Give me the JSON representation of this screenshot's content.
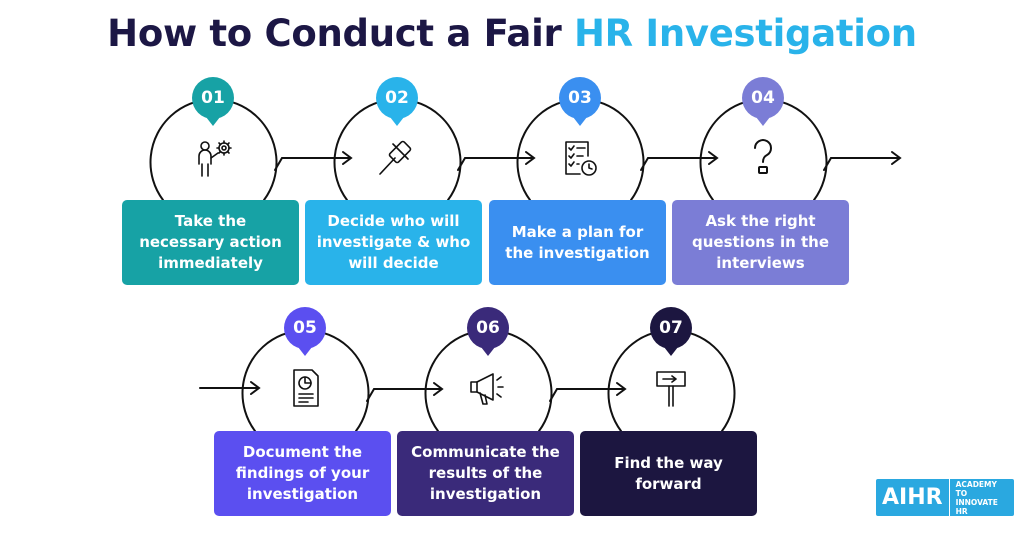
{
  "title": {
    "part1": "How to Conduct a Fair ",
    "part2": "HR Investigation"
  },
  "steps": [
    {
      "number": "01",
      "text": "Take the necessary action immediately",
      "color": "#17a2a5",
      "icon": "person-gear-icon"
    },
    {
      "number": "02",
      "text": "Decide who will investigate & who will decide",
      "color": "#29b3ea",
      "icon": "gavel-icon"
    },
    {
      "number": "03",
      "text": "Make a plan for the investigation",
      "color": "#3a8ff0",
      "icon": "checklist-clock-icon"
    },
    {
      "number": "04",
      "text": "Ask the right questions in the interviews",
      "color": "#7b7dd6",
      "icon": "question-mark-icon"
    },
    {
      "number": "05",
      "text": "Document the findings of your investigation",
      "color": "#5b4ff0",
      "icon": "report-document-icon"
    },
    {
      "number": "06",
      "text": "Communicate the results of the investigation",
      "color": "#3a2a7a",
      "icon": "megaphone-icon"
    },
    {
      "number": "07",
      "text": "Find the way forward",
      "color": "#1c1640",
      "icon": "signpost-icon"
    }
  ],
  "logo": {
    "main": "AIHR",
    "sub": "ACADEMY TO INNOVATE HR"
  }
}
